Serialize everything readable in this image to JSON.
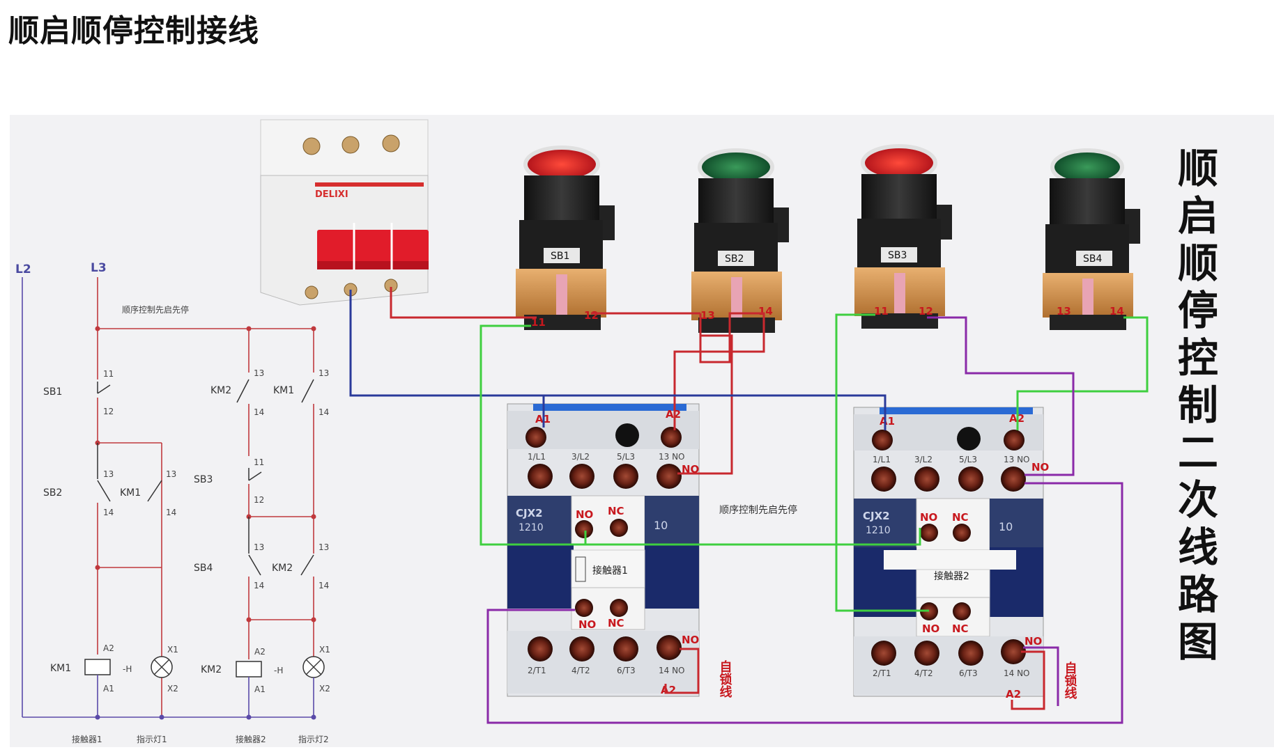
{
  "title": "顺启顺停控制接线",
  "side_title": [
    "顺",
    "启",
    "顺",
    "停",
    "控",
    "制",
    "二",
    "次",
    "线",
    "路",
    "图"
  ],
  "colors": {
    "red_wire": "#c8282e",
    "blue_wire": "#2a3a9a",
    "green_wire": "#3fcf3f",
    "purple_wire": "#8a2aa8",
    "schematic_line": "#c0393d",
    "phase_line": "#5a4aa8"
  },
  "schematic": {
    "phase_left": "L2",
    "phase_right": "L3",
    "note": "顺序控制先启先停",
    "sb1": "SB1",
    "sb2": "SB2",
    "sb3": "SB3",
    "sb4": "SB4",
    "km1": "KM1",
    "km2": "KM2",
    "n11": "11",
    "n12": "12",
    "n13": "13",
    "n14": "14",
    "a1": "A1",
    "a2": "A2",
    "x1": "X1",
    "x2": "X2",
    "h": "-H",
    "bottom": [
      "接触器1",
      "指示灯1",
      "接触器2",
      "指示灯2"
    ]
  },
  "breaker": {
    "brand": "DELIXI"
  },
  "buttons": [
    {
      "label": "SB1",
      "color": "red"
    },
    {
      "label": "SB2",
      "color": "green"
    },
    {
      "label": "SB3",
      "color": "red"
    },
    {
      "label": "SB4",
      "color": "green"
    }
  ],
  "terminals": {
    "t11": "11",
    "t12": "12",
    "t13": "13",
    "t14": "14"
  },
  "contactors": [
    {
      "name": "接触器1",
      "model": "CJX2",
      "rating": "1210",
      "code": "10",
      "self_lock": "自锁线"
    },
    {
      "name": "接触器2",
      "model": "CJX2",
      "rating": "1210",
      "code": "10",
      "self_lock": "自锁线"
    }
  ],
  "contactor_labels": {
    "a1": "A1",
    "a2": "A2",
    "no": "NO",
    "nc": "NC",
    "l1": "1/L1",
    "l2": "3/L2",
    "l3": "5/L3",
    "no13": "13 NO",
    "t1": "2/T1",
    "t2": "4/T2",
    "t3": "6/T3",
    "no14": "14 NO"
  },
  "middle_note": "顺序控制先启先停"
}
